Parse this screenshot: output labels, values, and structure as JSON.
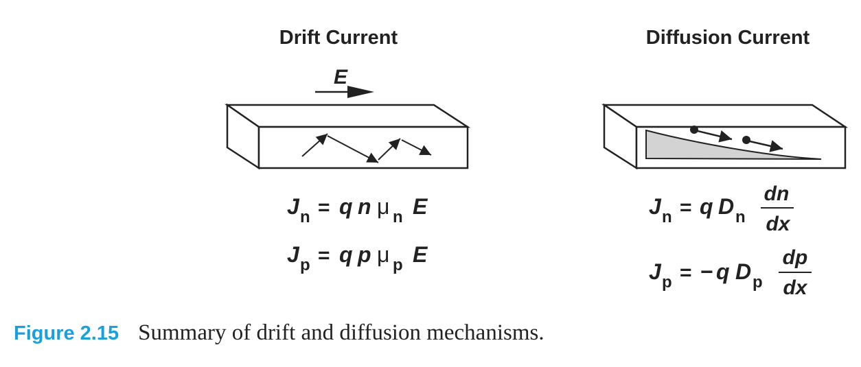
{
  "drift": {
    "title": "Drift Current",
    "field_label": "E",
    "eq1": {
      "J": "J",
      "J_sub": "n",
      "eq": "=",
      "q": "q",
      "carrier": "n",
      "mu": "μ",
      "mu_sub": "n",
      "E": "E"
    },
    "eq2": {
      "J": "J",
      "J_sub": "p",
      "eq": "=",
      "q": "q",
      "carrier": "p",
      "mu": "μ",
      "mu_sub": "p",
      "E": "E"
    }
  },
  "diffusion": {
    "title": "Diffusion Current",
    "eq1": {
      "J": "J",
      "J_sub": "n",
      "eq": "=",
      "q": "q",
      "D": "D",
      "D_sub": "n",
      "num": "dn",
      "den": "dx"
    },
    "eq2": {
      "J": "J",
      "J_sub": "p",
      "eq": "=",
      "minus": "−",
      "q": "q",
      "D": "D",
      "D_sub": "p",
      "num": "dp",
      "den": "dx"
    }
  },
  "caption": {
    "number": "Figure 2.15",
    "text": "Summary of drift and diffusion mechanisms."
  },
  "colors": {
    "ink": "#222222",
    "gradient_fill": "#d3d3d3",
    "caption_accent": "#1aa0dc"
  }
}
